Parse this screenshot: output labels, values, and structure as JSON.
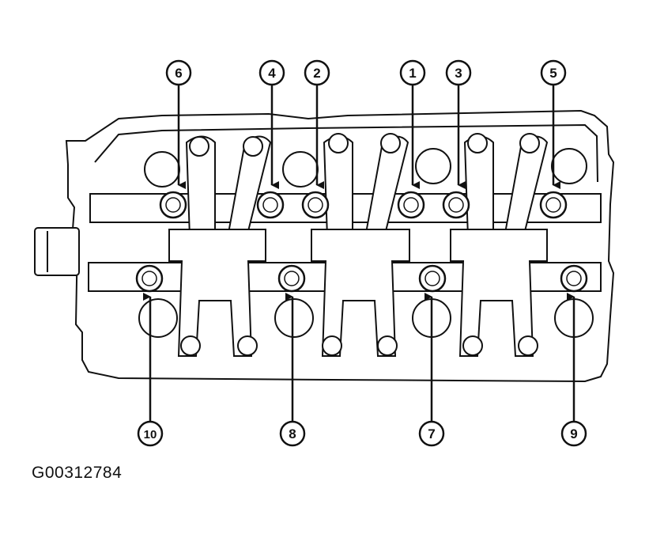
{
  "figure_id": "G00312784",
  "colors": {
    "ink": "#111111",
    "paper": "#ffffff",
    "screen": "#bdbdbd"
  },
  "callouts": [
    {
      "id": "callout-6",
      "label": "6"
    },
    {
      "id": "callout-4",
      "label": "4"
    },
    {
      "id": "callout-2",
      "label": "2"
    },
    {
      "id": "callout-1",
      "label": "1"
    },
    {
      "id": "callout-3",
      "label": "3"
    },
    {
      "id": "callout-5",
      "label": "5"
    },
    {
      "id": "callout-10",
      "label": "10"
    },
    {
      "id": "callout-8",
      "label": "8"
    },
    {
      "id": "callout-7",
      "label": "7"
    },
    {
      "id": "callout-9",
      "label": "9"
    }
  ]
}
